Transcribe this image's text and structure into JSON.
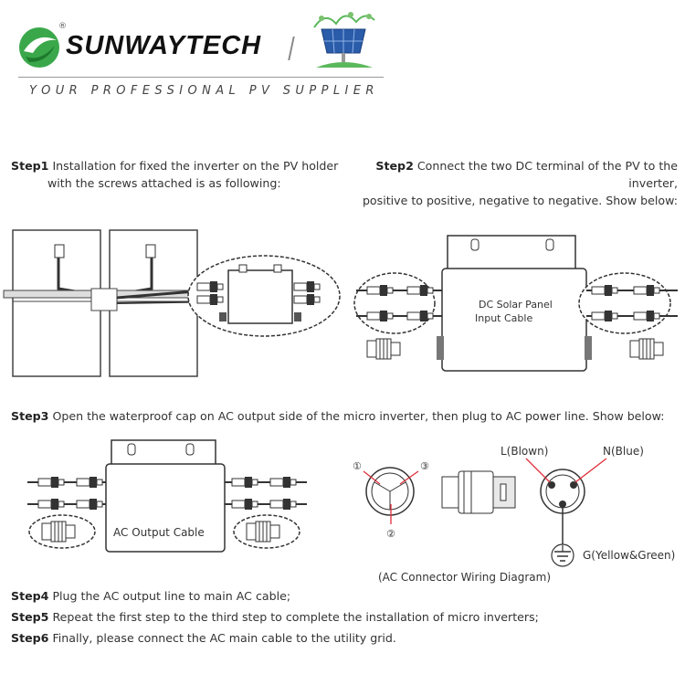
{
  "header": {
    "brand": "SUNWAYTECH",
    "registered": "®",
    "tagline": "YOUR PROFESSIONAL PV SUPPLIER"
  },
  "steps": {
    "s1": {
      "num": "Step1",
      "line1": "Installation for fixed the inverter on the PV holder",
      "line2": "with the screws attached is as following:"
    },
    "s2": {
      "num": "Step2",
      "line1": "Connect the two DC terminal of the PV to the inverter,",
      "line2": "positive to positive, negative to negative. Show below:"
    },
    "s3": {
      "num": "Step3",
      "text": "Open the waterproof cap on AC output side of the micro inverter, then plug to AC power line. Show below:"
    },
    "s4": {
      "num": "Step4",
      "text": "Plug the AC output line to main AC cable;"
    },
    "s5": {
      "num": "Step5",
      "text": "Repeat the first step to the third step to complete the installation of micro inverters;"
    },
    "s6": {
      "num": "Step6",
      "text": "Finally, please connect the AC main cable to the utility grid."
    }
  },
  "labels": {
    "dc_line1": "DC Solar Panel",
    "dc_line2": "Input Cable",
    "ac_output": "AC Output Cable",
    "pin1": "①",
    "pin2": "②",
    "pin3": "③",
    "l_blown": "L(Blown)",
    "n_blue": "N(Blue)",
    "g_ground": "G(Yellow&Green)",
    "wiring_caption": "(AC Connector Wiring Diagram)"
  },
  "colors": {
    "logo_green": "#3aa84a",
    "line": "#333333",
    "wire_red": "#e0303a"
  }
}
